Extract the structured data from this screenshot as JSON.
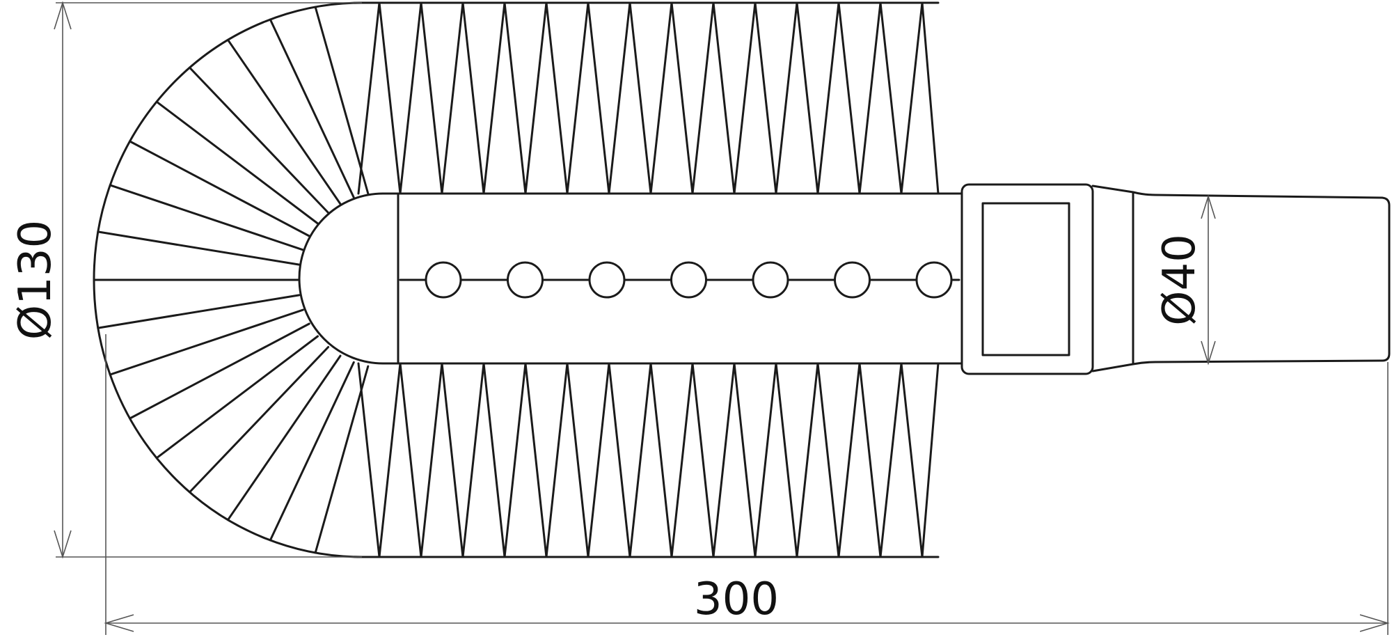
{
  "drawing": {
    "dimensions": {
      "overall_diameter": "Ø130",
      "total_length": "300",
      "handle_diameter": "Ø40"
    },
    "colors": {
      "line": "#1a1a1a",
      "dimension_line": "#555555",
      "background": "#ffffff"
    },
    "features": {
      "bristle_rows": 2,
      "rivet_count": 7
    }
  }
}
